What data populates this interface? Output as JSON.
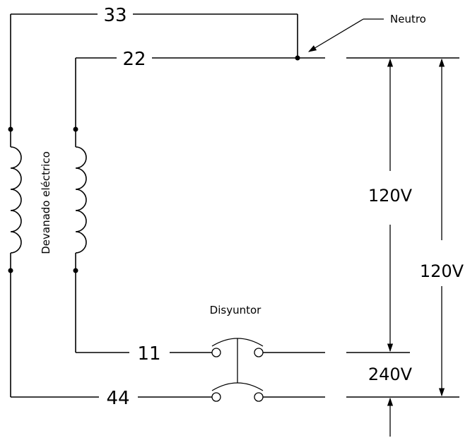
{
  "wires": {
    "w33": "33",
    "w22": "22",
    "w11": "11",
    "w44": "44"
  },
  "labels": {
    "neutral": "Neutro",
    "winding": "Devanado eléctrico",
    "breaker": "Disyuntor"
  },
  "voltages": {
    "leg_top": "120V",
    "leg_full": "120V",
    "line_to_line": "240V"
  },
  "colors": {
    "ink": "#000000",
    "background": "#ffffff"
  }
}
